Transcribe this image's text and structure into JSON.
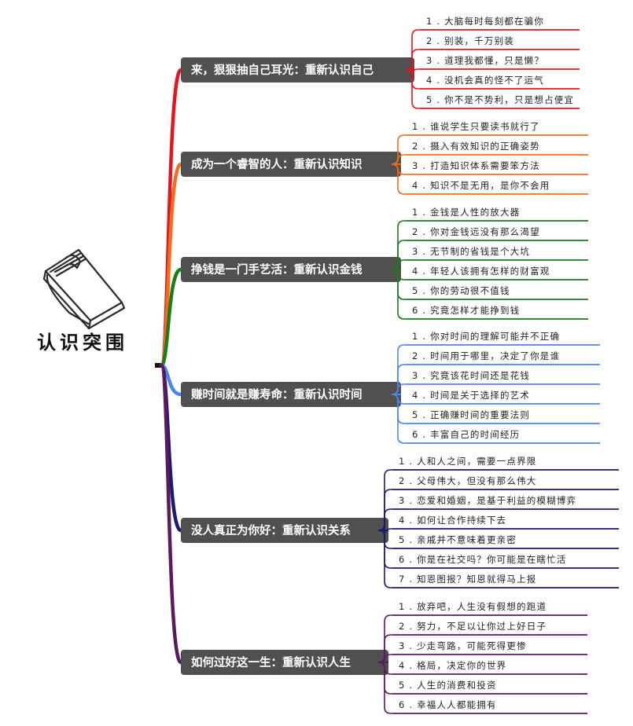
{
  "root": {
    "title": "认识突围"
  },
  "branches": [
    {
      "label": "来，狠狠抽自己耳光：重新认识自己",
      "color": "#e8131b",
      "items": [
        "1 . 大脑每时每刻都在骗你",
        "2 . 别装，千万别装",
        "3 . 道理我都懂，只是懒？",
        "4 . 没机会真的怪不了运气",
        "5 . 你不是不势利，只是想占便宜"
      ]
    },
    {
      "label": "成为一个睿智的人：重新认识知识",
      "color": "#f26d1d",
      "items": [
        "1 . 谁说学生只要读书就行了",
        "2 . 摄入有效知识的正确姿势",
        "3 . 打造知识体系需要笨方法",
        "4 . 知识不是无用，是你不会用"
      ]
    },
    {
      "label": "挣钱是一门手艺活：重新认识金钱",
      "color": "#1a7d1a",
      "items": [
        "1 . 金钱是人性的放大器",
        "2 . 你对金钱远没有那么渴望",
        "3 . 无节制的省钱是个大坑",
        "4 . 年轻人该拥有怎样的财富观",
        "5 . 你的劳动很不值钱",
        "6 . 究竟怎样才能挣到钱"
      ]
    },
    {
      "label": "赚时间就是赚寿命：重新认识时间",
      "color": "#4a86e8",
      "items": [
        "1 . 你对时间的理解可能并不正确",
        "2 . 时间用于哪里，决定了你是谁",
        "3 . 究竟该花时间还是花钱",
        "4 . 时间是关于选择的艺术",
        "5 . 正确赚时间的重要法则",
        "6 . 丰富自己的时间经历"
      ]
    },
    {
      "label": "没人真正为你好：重新认识关系",
      "color": "#1a1a6e",
      "items": [
        "1 . 人和人之间，需要一点界限",
        "2 . 父母伟大，但没有那么伟大",
        "3 . 恋爱和婚姻，是基于利益的模糊博弈",
        "4 . 如何让合作持续下去",
        "5 . 亲戚并不意味着更亲密",
        "6 . 你是在社交吗？你可能是在瞎忙活",
        "7 . 知恩图报？知恩就得马上报"
      ]
    },
    {
      "label": "如何过好这一生：重新认识人生",
      "color": "#5c1a5e",
      "items": [
        "1 . 放弃吧，人生没有假想的跑道",
        "2 . 努力，不足以让你过上好日子",
        "3 . 少走弯路，可能死得更惨",
        "4 . 格局，决定你的世界",
        "5 . 人生的消费和投资",
        "6 . 幸福人人都能拥有"
      ]
    }
  ]
}
